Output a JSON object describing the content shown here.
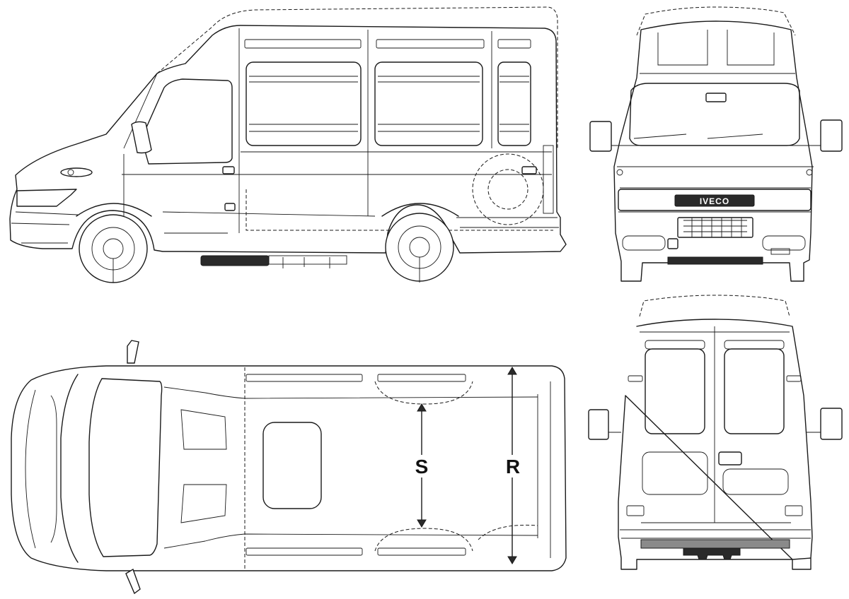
{
  "diagram": {
    "views": [
      "side-view",
      "front-view",
      "top-view",
      "rear-view"
    ],
    "brand_badge": "IVECO",
    "dimension_labels": {
      "interior_width": "S",
      "overall_width": "R"
    }
  }
}
